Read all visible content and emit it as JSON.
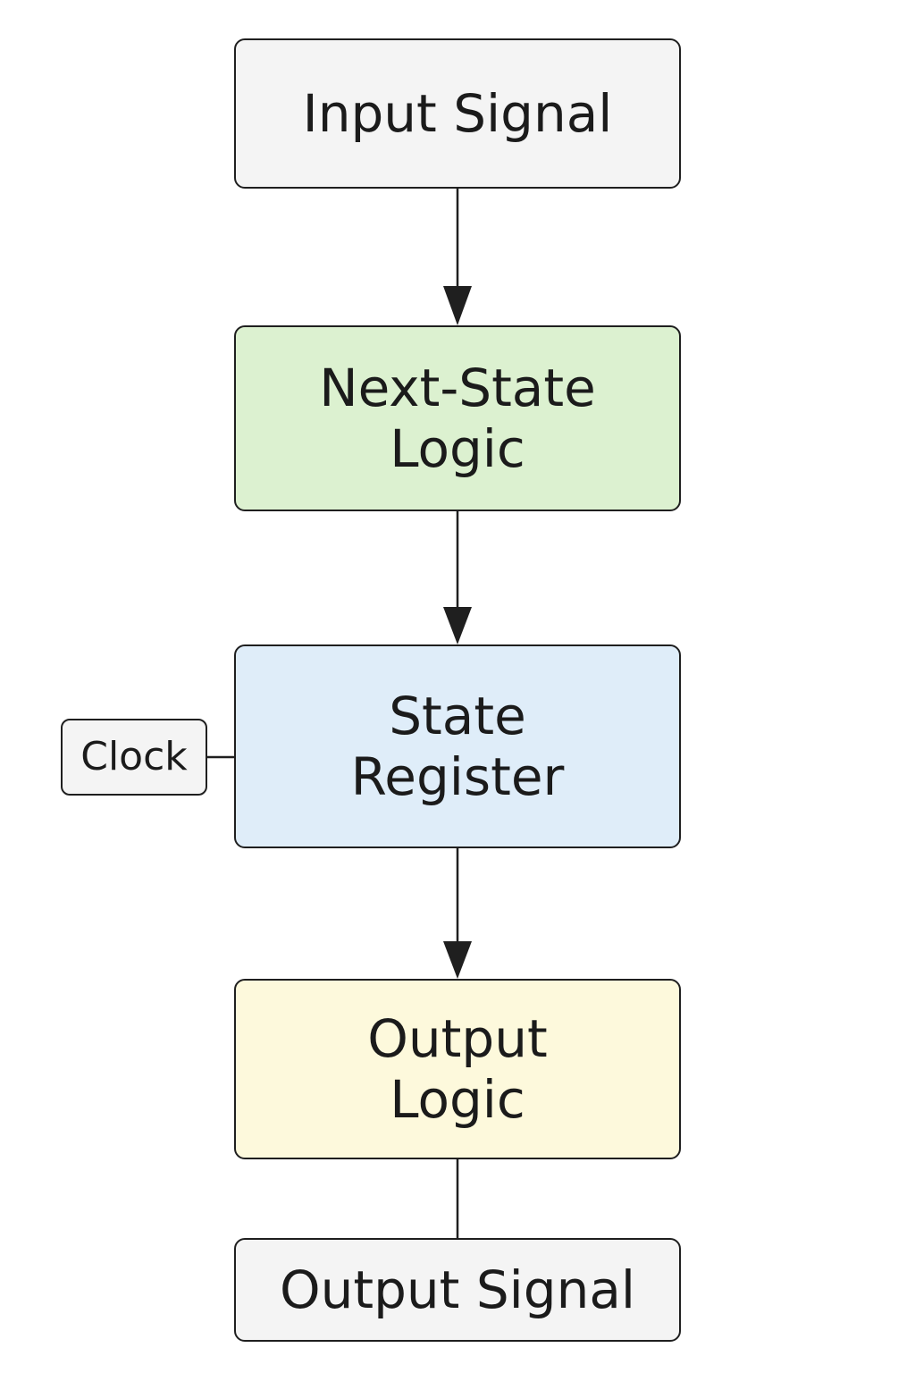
{
  "diagram": {
    "nodes": {
      "input_signal": {
        "label": "Input Signal",
        "fill": "#f4f4f4"
      },
      "next_state_logic": {
        "lines": [
          "Next-State",
          "Logic"
        ],
        "fill": "#dcf1d0"
      },
      "state_register": {
        "lines": [
          "State",
          "Register"
        ],
        "fill": "#dfedf9"
      },
      "output_logic": {
        "lines": [
          "Output",
          "Logic"
        ],
        "fill": "#fdf9dc"
      },
      "output_signal": {
        "label": "Output Signal",
        "fill": "#f4f4f4"
      },
      "clock": {
        "label": "Clock",
        "fill": "#f4f4f4"
      }
    },
    "edges": [
      {
        "from": "input_signal",
        "to": "next_state_logic",
        "arrow": true
      },
      {
        "from": "next_state_logic",
        "to": "state_register",
        "arrow": true
      },
      {
        "from": "state_register",
        "to": "output_logic",
        "arrow": true
      },
      {
        "from": "output_logic",
        "to": "output_signal",
        "arrow": false
      },
      {
        "from": "clock",
        "to": "state_register",
        "arrow": false
      }
    ],
    "colors": {
      "stroke": "#1f1f1f",
      "text": "#1b1b1b",
      "background": "#ffffff"
    }
  }
}
